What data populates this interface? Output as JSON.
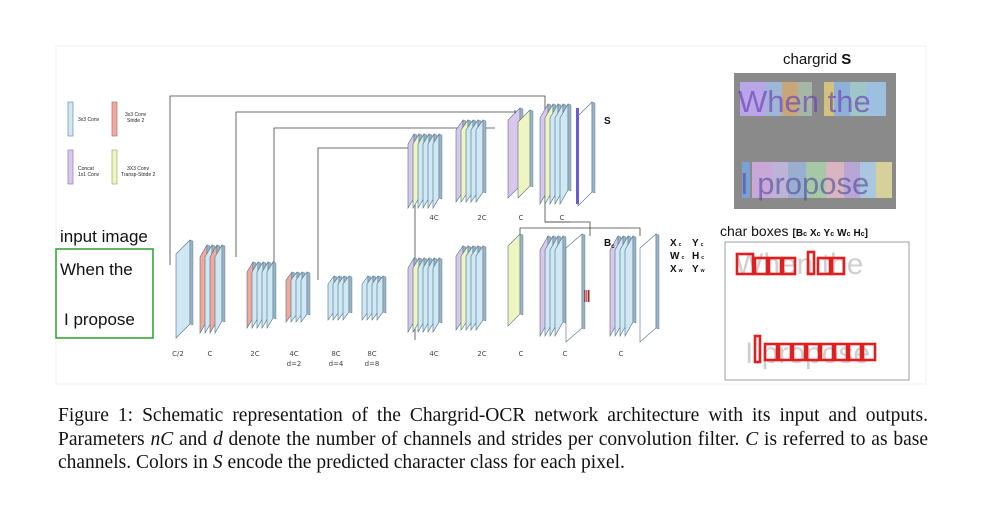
{
  "figure": {
    "input_label": "input image",
    "input_text": [
      "When the",
      "I propose"
    ],
    "legend": [
      {
        "label": "3x3 Conv",
        "color": "#cfe8f3"
      },
      {
        "label": "3x3 Conv\nStride 2",
        "color": "#f2a99b"
      },
      {
        "label": "Concat\n1x1 Conv",
        "color": "#d9c7ee"
      },
      {
        "label": "3X3 Conv\nTransp-Stride 2",
        "color": "#eef5c0"
      }
    ],
    "encoder_labels": [
      {
        "text": "C/2",
        "sub": ""
      },
      {
        "text": "C",
        "sub": ""
      },
      {
        "text": "2C",
        "sub": ""
      },
      {
        "text": "4C",
        "sub": "d=2"
      },
      {
        "text": "8C",
        "sub": "d=4"
      },
      {
        "text": "8C",
        "sub": "d=8"
      }
    ],
    "decoder_top_labels": [
      "4C",
      "2C",
      "C",
      "C"
    ],
    "decoder_bottom_labels": [
      "4C",
      "2C",
      "C",
      "C",
      "C"
    ],
    "output_S": "S",
    "output_B": "B",
    "output_B_sub": "c",
    "box_outputs": [
      [
        {
          "t": "X",
          "s": "c"
        },
        {
          "t": "Y",
          "s": "c"
        }
      ],
      [
        {
          "t": "W",
          "s": "c"
        },
        {
          "t": "H",
          "s": "c"
        }
      ],
      [
        {
          "t": "X",
          "s": "w"
        },
        {
          "t": "Y",
          "s": "w"
        }
      ]
    ],
    "chargrid_title": "chargrid",
    "chargrid_symbol": "S",
    "chargrid_text": [
      "When the",
      "I propose"
    ],
    "charboxes_title": "char boxes",
    "charboxes_bracket": "[B",
    "charboxes_items": [
      {
        "t": "B",
        "s": "c"
      },
      {
        "t": "X",
        "s": "c"
      },
      {
        "t": "Y",
        "s": "c"
      },
      {
        "t": "W",
        "s": "c"
      },
      {
        "t": "H",
        "s": "c"
      }
    ],
    "colors": {
      "conv": "#cfe8f3",
      "conv_stride": "#f2a99b",
      "concat": "#d9c7ee",
      "transp": "#eef5c0",
      "chargrid_bg": "#8a8a8a",
      "box_red": "#e02020",
      "input_border": "#2aa02a"
    }
  },
  "caption": {
    "prefix": "Figure 1: Schematic representation of the Chargrid-OCR network architecture with its input and outputs. Parameters ",
    "var1": "nC",
    "mid1": " and ",
    "var2": "d",
    "mid2": " denote the number of channels and strides per convolution filter. ",
    "var3": "C",
    "mid3": " is referred to as base channels. Colors in ",
    "var4": "S",
    "suffix": " encode the predicted character class for each pixel."
  }
}
